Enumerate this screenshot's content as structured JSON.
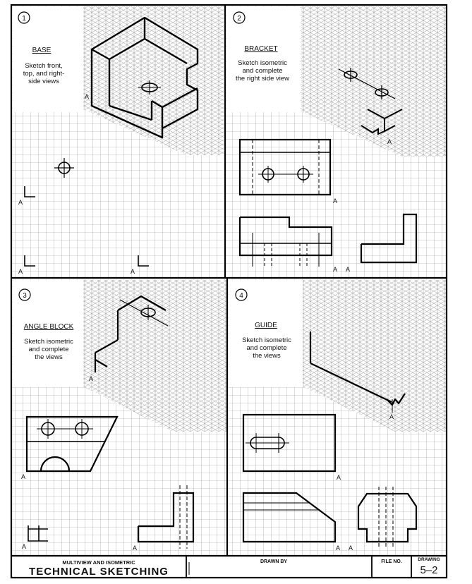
{
  "panels": [
    {
      "number": "1",
      "title": "BASE",
      "instructions": [
        "Sketch front,",
        "top, and right-",
        "side views"
      ]
    },
    {
      "number": "2",
      "title": "BRACKET",
      "instructions": [
        "Sketch isometric",
        "and complete",
        "the right side view"
      ]
    },
    {
      "number": "3",
      "title": "ANGLE BLOCK",
      "instructions": [
        "Sketch isometric",
        "and complete",
        "the views"
      ]
    },
    {
      "number": "4",
      "title": "GUIDE",
      "instructions": [
        "Sketch isometric",
        "and complete",
        "the views"
      ]
    }
  ],
  "reference_mark": "A",
  "title_block": {
    "subtitle": "MULTIVIEW AND ISOMETRIC",
    "title": "TECHNICAL SKETCHING",
    "drawn_by_label": "DRAWN BY",
    "file_no_label": "FILE NO.",
    "drawing_label": "DRAWING",
    "drawing_number": "5–2"
  }
}
